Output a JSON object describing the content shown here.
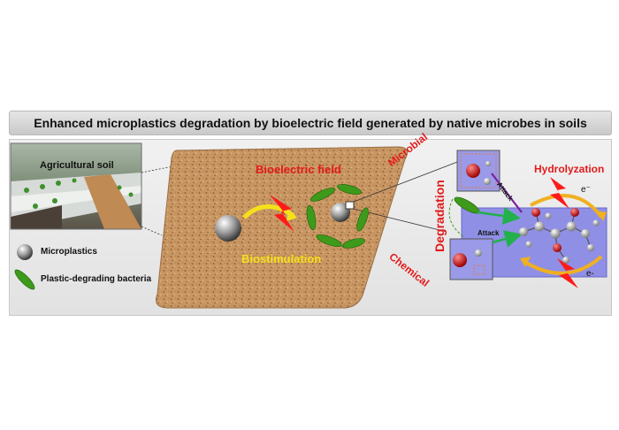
{
  "title": "Enhanced microplastics degradation by bioelectric field generated by native microbes in soils",
  "photo": {
    "label": "Agricultural soil"
  },
  "center": {
    "bioelectric_label": "Bioelectric field",
    "biostimulation_label": "Biostimulation"
  },
  "side_labels": {
    "microbial": "Microbial",
    "chemical": "Chemical",
    "degradation": "Degradation"
  },
  "mechanism": {
    "hydrolyzation": "Hydrolyzation",
    "attack_top": "Attack",
    "attack_left": "Attack",
    "electron_top": "e⁻",
    "electron_bottom": "e-"
  },
  "legend": {
    "microplastics": "Microplastics",
    "bacteria": "Plastic-degrading bacteria"
  },
  "colors": {
    "red_label": "#e21b1b",
    "yellow_label": "#f7e01a",
    "soil": "#c89663",
    "mechanism_box": "#8f8fe6",
    "bacteria_green": "#3e9a1a"
  }
}
